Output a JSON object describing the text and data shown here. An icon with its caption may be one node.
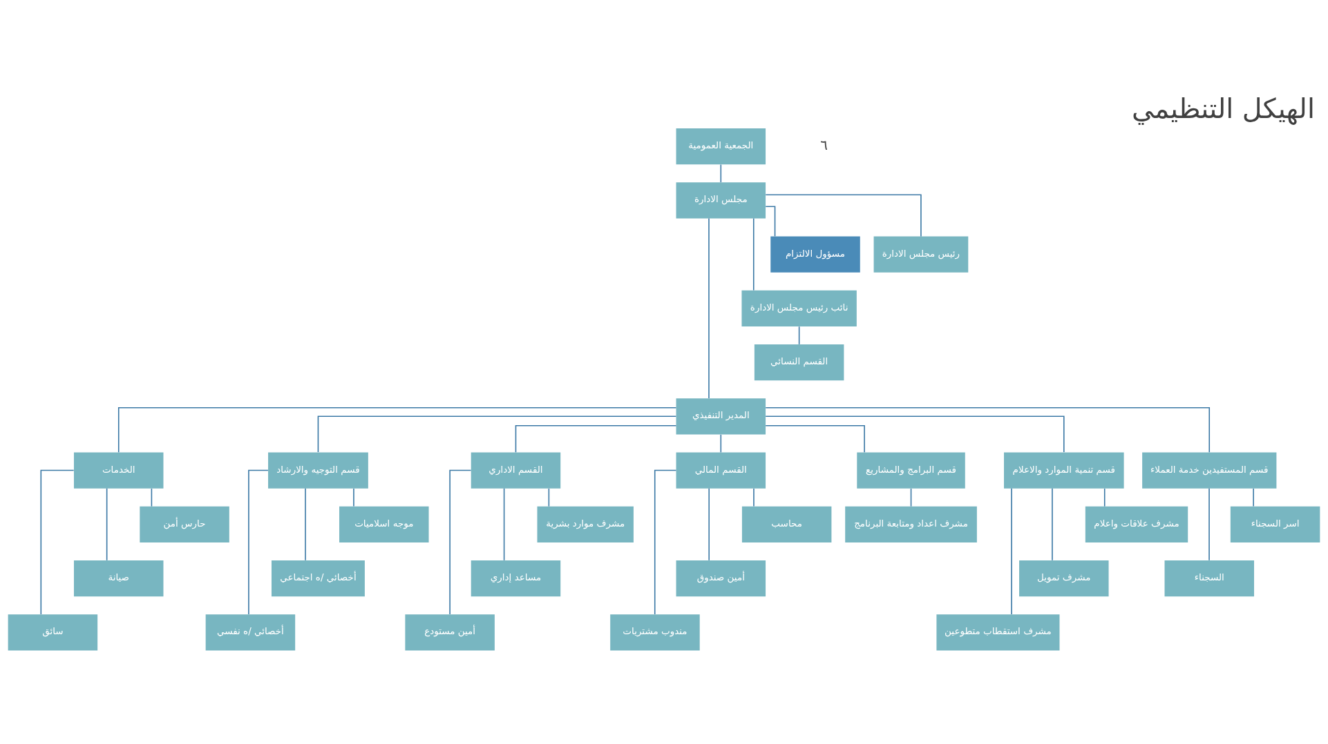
{
  "diagram": {
    "title": "الهيكل التنظيمي",
    "nodes": [
      {
        "text": [
          "الجمعية العمومية"
        ]
      },
      {
        "text": [
          "مجلس الادارة"
        ]
      },
      {
        "text": [
          "رئيس مجلس الادارة"
        ]
      },
      {
        "text": [
          "مسؤول الالتزام"
        ]
      },
      {
        "text": [
          "نائب رئيس مجلس الادارة"
        ]
      },
      {
        "text": [
          "القسم النسائي"
        ]
      },
      {
        "text": [
          "المدير التنفيذي"
        ]
      },
      {
        "text": [
          "قسم المستفيدين خدمة العملاء"
        ]
      },
      {
        "text": [
          "قسم تنمية الموارد والاعلام"
        ]
      },
      {
        "text": [
          "قسم البرامج والمشاريع"
        ]
      },
      {
        "text": [
          "القسم المالي"
        ]
      },
      {
        "text": [
          "القسم الاداري"
        ]
      },
      {
        "text": [
          "قسم التوجيه والارشاد"
        ]
      },
      {
        "text": [
          "الخدمات"
        ]
      },
      {
        "text": [
          "اسر السجناء"
        ]
      },
      {
        "text": [
          "السجناء"
        ]
      },
      {
        "text": [
          "مشرف علاقات واعلام"
        ]
      },
      {
        "text": [
          "مشرف تمويل"
        ]
      },
      {
        "text": [
          "مشرف استقطاب متطوعين"
        ]
      },
      {
        "text": [
          "مشرف اعداد ومتابعة البرنامج"
        ]
      },
      {
        "text": [
          "محاسب"
        ]
      },
      {
        "text": [
          "أمين صندوق"
        ]
      },
      {
        "text": [
          "مندوب مشتريات"
        ]
      },
      {
        "text": [
          "مشرف موارد بشرية"
        ]
      },
      {
        "text": [
          "مساعد إداري"
        ]
      },
      {
        "text": [
          "أمين مستودع"
        ]
      },
      {
        "text": [
          "موجه اسلاميات"
        ]
      },
      {
        "text": [
          "أخصائي /ه اجتماعي"
        ]
      },
      {
        "text": [
          "أخصائي /ه نفسي"
        ]
      },
      {
        "text": [
          "حارس أمن"
        ]
      },
      {
        "text": [
          "صيانة"
        ]
      },
      {
        "text": [
          "سائق"
        ]
      }
    ],
    "edges": [
      {
        "from": 0,
        "to": 1,
        "arrow": "none"
      },
      {
        "from": 1,
        "to": 3,
        "arrow": "none"
      },
      {
        "from": 1,
        "to": 4,
        "arrow": "none"
      },
      {
        "from": 1,
        "to": 6,
        "arrow": "none"
      },
      {
        "from": 1,
        "to": 2,
        "arrow": "none"
      },
      {
        "from": 4,
        "to": 5,
        "arrow": "none"
      },
      {
        "from": 6,
        "to": 13,
        "arrow": "none"
      },
      {
        "from": 6,
        "to": 12,
        "arrow": "none"
      },
      {
        "from": 6,
        "to": 11,
        "arrow": "none"
      },
      {
        "from": 6,
        "to": 10,
        "arrow": "none"
      },
      {
        "from": 6,
        "to": 9,
        "arrow": "none"
      },
      {
        "from": 6,
        "to": 8,
        "arrow": "none"
      },
      {
        "from": 6,
        "to": 7,
        "arrow": "none"
      },
      {
        "from": 13,
        "to": 29,
        "arrow": "none"
      },
      {
        "from": 13,
        "to": 30,
        "arrow": "none"
      },
      {
        "from": 13,
        "to": 31,
        "arrow": "none"
      },
      {
        "from": 12,
        "to": 26,
        "arrow": "none"
      },
      {
        "from": 12,
        "to": 27,
        "arrow": "none"
      },
      {
        "from": 12,
        "to": 28,
        "arrow": "none"
      },
      {
        "from": 11,
        "to": 23,
        "arrow": "none"
      },
      {
        "from": 11,
        "to": 24,
        "arrow": "none"
      },
      {
        "from": 11,
        "to": 25,
        "arrow": "none"
      },
      {
        "from": 10,
        "to": 20,
        "arrow": "none"
      },
      {
        "from": 10,
        "to": 21,
        "arrow": "none"
      },
      {
        "from": 10,
        "to": 22,
        "arrow": "none"
      },
      {
        "from": 9,
        "to": 19,
        "arrow": "none"
      },
      {
        "from": 8,
        "to": 16,
        "arrow": "none"
      },
      {
        "from": 8,
        "to": 17,
        "arrow": "none"
      },
      {
        "from": 8,
        "to": 18,
        "arrow": "none"
      },
      {
        "from": 7,
        "to": 14,
        "arrow": "none"
      },
      {
        "from": 7,
        "to": 15,
        "arrow": "none"
      }
    ],
    "labels": [
      "٦"
    ]
  }
}
